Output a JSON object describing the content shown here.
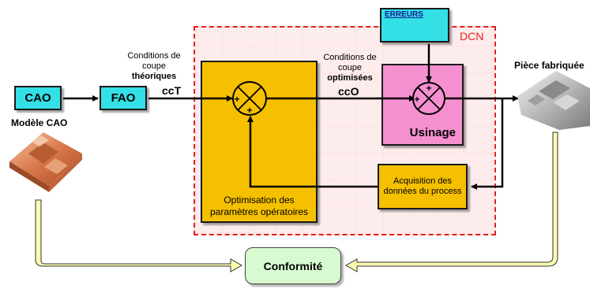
{
  "blocks": {
    "cao": "CAO",
    "fao": "FAO",
    "erreurs": "ERREURS",
    "dcn": "DCN",
    "usinage": "Usinage",
    "acquisition": "Acquisition des données du process",
    "optimisation": "Optimisation des paramètres opératoires",
    "conformite": "Conformité"
  },
  "labels": {
    "modele_cao": "Modèle CAO",
    "piece_fabriquee": "Pièce fabriquée",
    "cond_theoriques_line1": "Conditions de",
    "cond_theoriques_line2": "coupe",
    "cond_theoriques_line3": "théoriques",
    "cct": "ccT",
    "cond_optimisees_line1": "Conditions de",
    "cond_optimisees_line2": "coupe",
    "cond_optimisees_line3": "optimisées",
    "cco": "ccO",
    "plus": "+"
  },
  "colors": {
    "cyan": "#33e0e6",
    "yellow": "#f5c000",
    "pink": "#f590d0",
    "dcn_red": "#e82020",
    "conformite_green": "#d8fad0"
  },
  "icons": {
    "cao_model": "copper-3d-part-render",
    "piece": "machined-metal-part-photo"
  }
}
